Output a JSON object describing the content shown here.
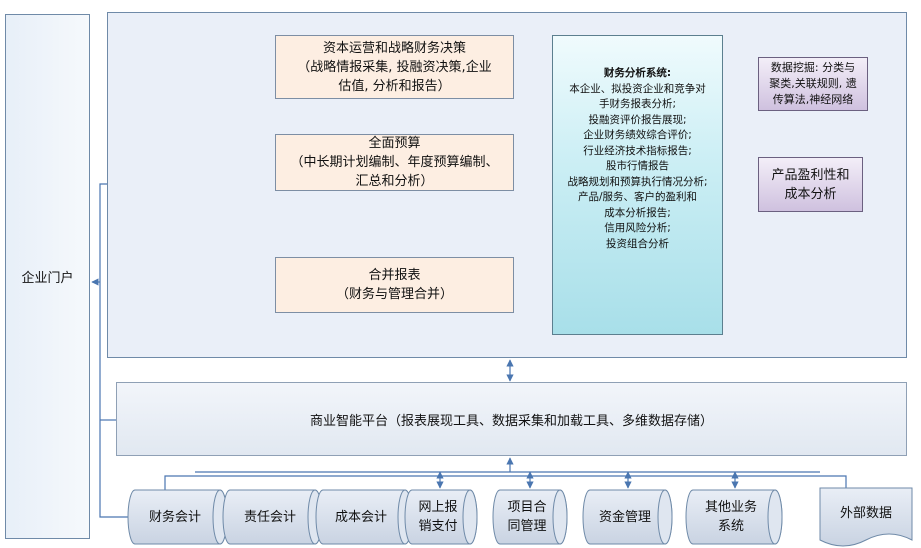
{
  "portal": {
    "label": "企业门户"
  },
  "decision_box": {
    "lines": [
      "资本运营和战略财务决策",
      "（战略情报采集, 投融资决策,企业",
      "估值, 分析和报告）"
    ]
  },
  "budget_box": {
    "lines": [
      "全面预算",
      "（中长期计划编制、年度预算编制、",
      "汇总和分析）"
    ]
  },
  "consolidation_box": {
    "lines": [
      "合并报表",
      "（财务与管理合并）"
    ]
  },
  "analysis_system": {
    "title": "财务分析系统:",
    "lines": [
      "本企业、拟投资企业和竞争对",
      "手财务报表分析;",
      "投融资评价报告展现;",
      "企业财务绩效综合评价;",
      "行业经济技术指标报告;",
      "股市行情报告",
      "战略规划和预算执行情况分析;",
      "产品/服务、客户的盈利和",
      "成本分析报告;",
      "信用风险分析;",
      "投资组合分析"
    ]
  },
  "data_mining": {
    "lines": [
      "数据挖掘: 分类与",
      "聚类,关联规则, 遗",
      "传算法,神经网络"
    ]
  },
  "profit_analysis": {
    "lines": [
      "产品盈利性和",
      "成本分析"
    ]
  },
  "bi_platform": {
    "label": "商业智能平台（报表展现工具、数据采集和加载工具、多维数据存储）"
  },
  "source_systems": [
    {
      "lines": [
        "财务会计"
      ]
    },
    {
      "lines": [
        "责任会计"
      ]
    },
    {
      "lines": [
        "成本会计"
      ]
    },
    {
      "lines": [
        "网上报",
        "销支付"
      ]
    },
    {
      "lines": [
        "项目合",
        "同管理"
      ]
    },
    {
      "lines": [
        "资金管理"
      ]
    },
    {
      "lines": [
        "其他业务",
        "系统"
      ]
    }
  ],
  "external_data": {
    "label": "外部数据"
  },
  "colors": {
    "line": "#4a76b0",
    "border": "#6f8aa8",
    "orange_fill": "#fdeee2",
    "teal_fill": "#bde8ef",
    "purple_fill": "#d9cce6",
    "canvas_fill": "#eaeff8"
  }
}
